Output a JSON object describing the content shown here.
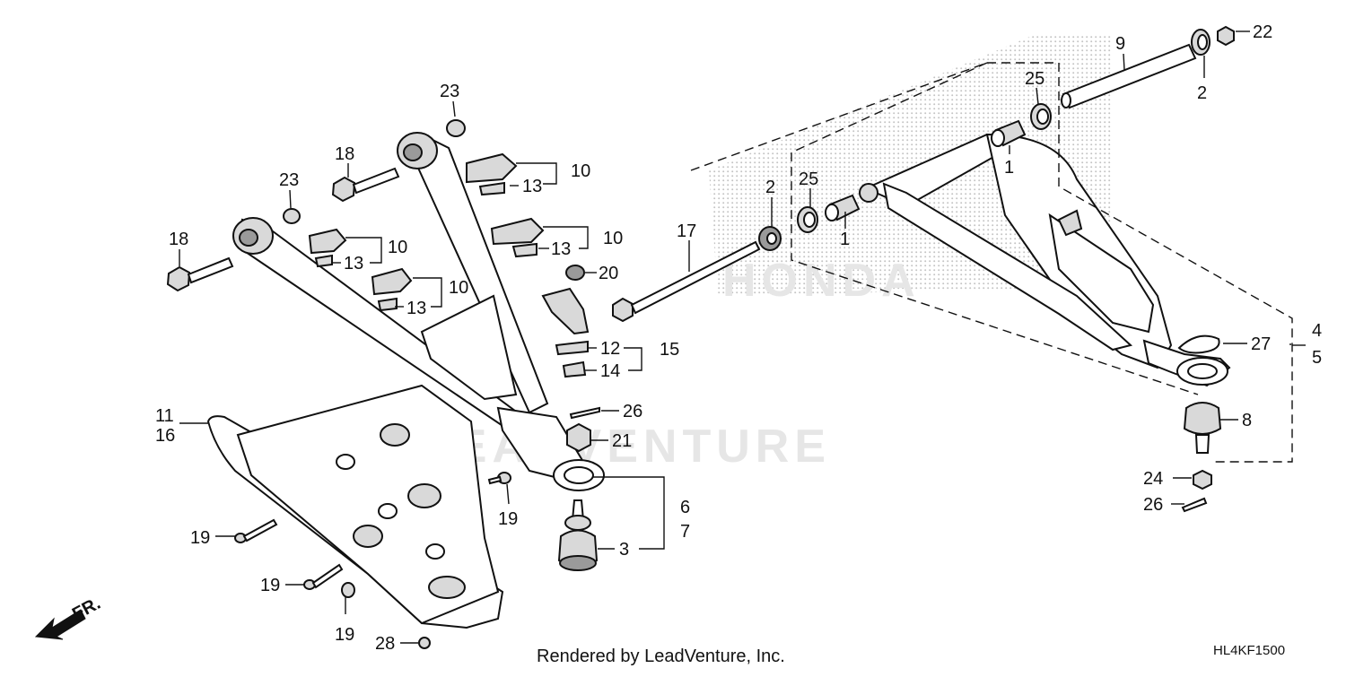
{
  "diagram": {
    "footer": "Rendered by LeadVenture, Inc.",
    "code": "HL4KF1500",
    "fr_label": "FR.",
    "watermark_top": "HONDA",
    "watermark_bottom": "LEADVENTURE"
  },
  "labels": {
    "l1a": "1",
    "l1b": "1",
    "l2a": "2",
    "l2b": "2",
    "l3": "3",
    "l4": "4",
    "l5": "5",
    "l6": "6",
    "l7": "7",
    "l8": "8",
    "l9": "9",
    "l10a": "10",
    "l10b": "10",
    "l10c": "10",
    "l10d": "10",
    "l11": "11",
    "l12": "12",
    "l13a": "13",
    "l13b": "13",
    "l13c": "13",
    "l13d": "13",
    "l14": "14",
    "l15": "15",
    "l16": "16",
    "l17": "17",
    "l18a": "18",
    "l18b": "18",
    "l19a": "19",
    "l19b": "19",
    "l19c": "19",
    "l19d": "19",
    "l20": "20",
    "l21": "21",
    "l22": "22",
    "l23a": "23",
    "l23b": "23",
    "l24": "24",
    "l25a": "25",
    "l25b": "25",
    "l26a": "26",
    "l26b": "26",
    "l27": "27",
    "l28": "28"
  }
}
